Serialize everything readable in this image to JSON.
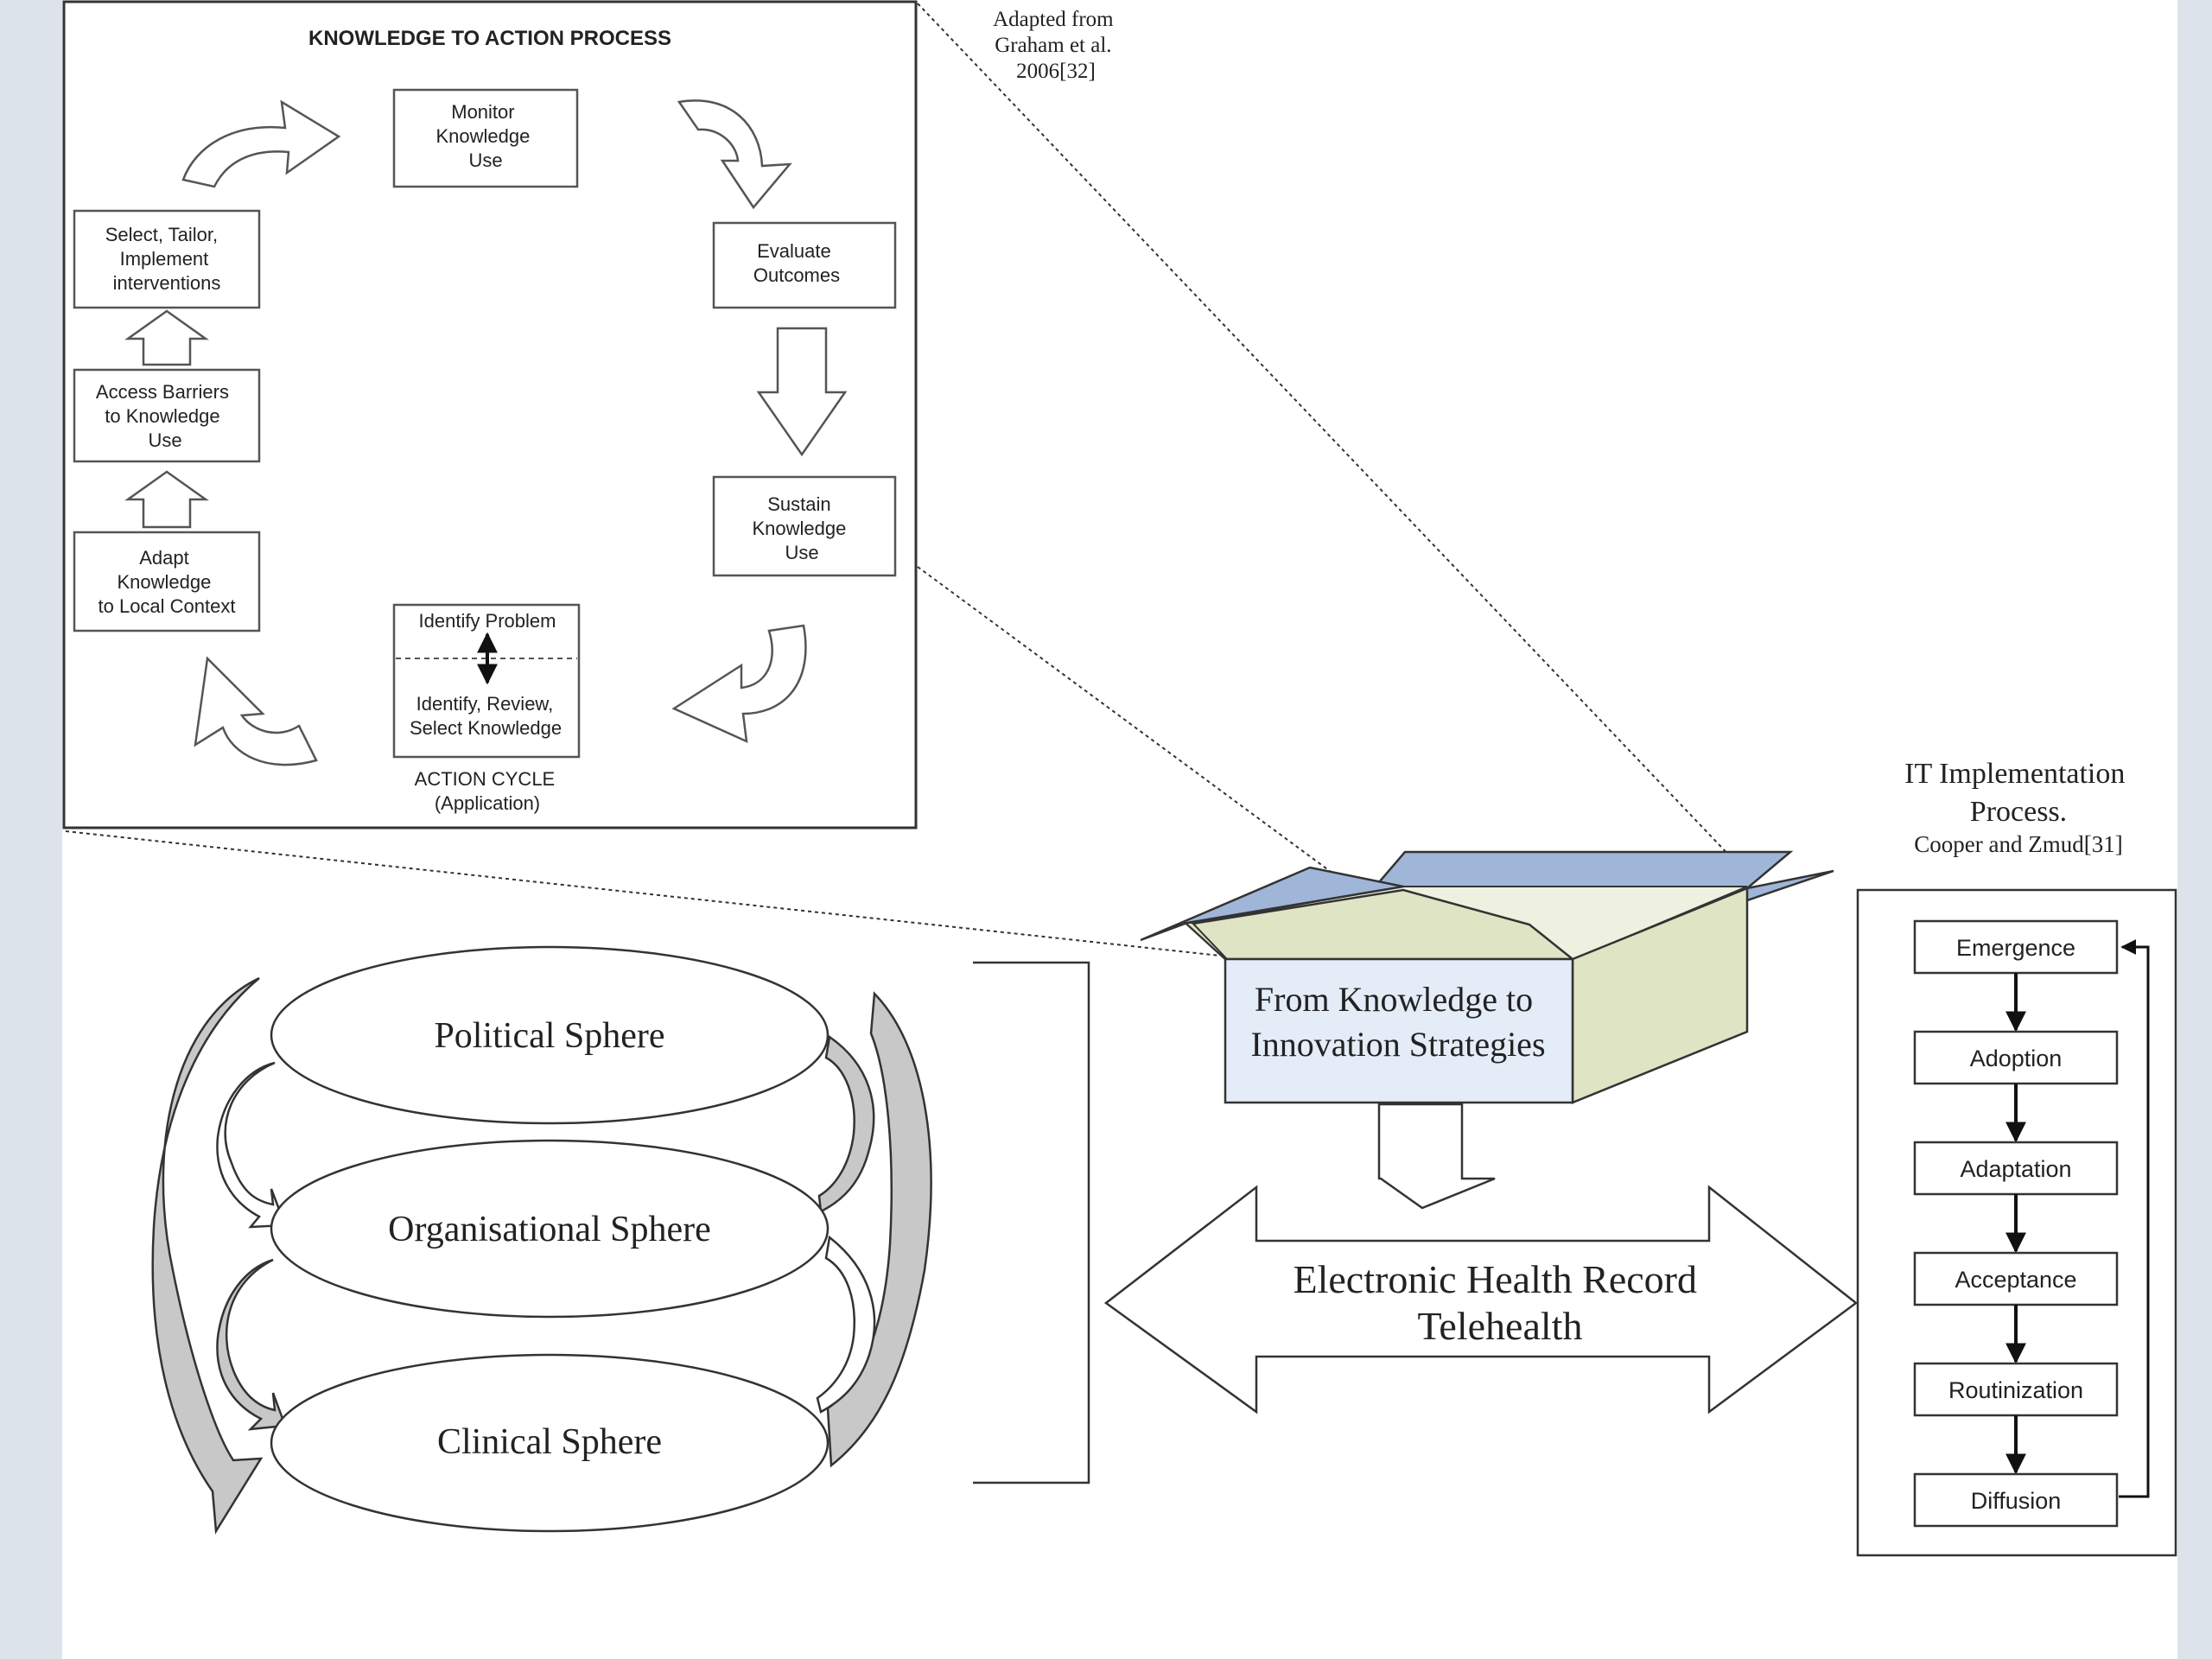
{
  "colors": {
    "page_bg": "#dde3ea",
    "paper": "#ffffff",
    "line": "#333333",
    "box_lid_blue": "#9fb6d8",
    "box_side_green": "#dfe4c4",
    "box_front_blue": "#e3ecf7",
    "swirl_grey": "#c8c8c8"
  },
  "kta": {
    "title": "KNOWLEDGE TO ACTION PROCESS",
    "source": [
      "Adapted from",
      "Graham et al.",
      "2006[32]"
    ],
    "steps": {
      "monitor": [
        "Monitor",
        "Knowledge",
        "Use"
      ],
      "evaluate": [
        "Evaluate",
        "Outcomes"
      ],
      "sustain": [
        "Sustain",
        "Knowledge",
        "Use"
      ],
      "select": [
        "Select, Tailor,",
        "Implement",
        "interventions"
      ],
      "access": [
        "Access Barriers",
        "to Knowledge",
        "Use"
      ],
      "adapt": [
        "Adapt",
        "Knowledge",
        "to Local Context"
      ],
      "identify_problem": "Identify Problem",
      "identify_knowledge": [
        "Identify, Review,",
        "Select Knowledge"
      ]
    },
    "cycle_label": [
      "ACTION CYCLE",
      "(Application)"
    ]
  },
  "spheres": {
    "political": "Political Sphere",
    "organisational": "Organisational Sphere",
    "clinical": "Clinical Sphere"
  },
  "box_label": [
    "From Knowledge to",
    "Innovation Strategies"
  ],
  "ehr_label": [
    "Electronic Health Record",
    "Telehealth"
  ],
  "it_process": {
    "title": [
      "IT Implementation",
      "Process."
    ],
    "source": "Cooper and Zmud[31]",
    "stages": [
      "Emergence",
      "Adoption",
      "Adaptation",
      "Acceptance",
      "Routinization",
      "Diffusion"
    ]
  }
}
